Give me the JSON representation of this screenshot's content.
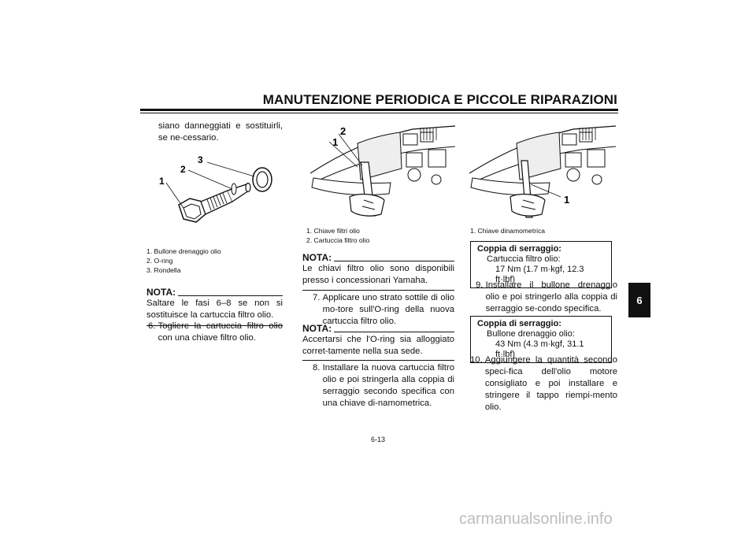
{
  "header": {
    "title": "MANUTENZIONE PERIODICA E PICCOLE RIPARAZIONI"
  },
  "chapter_tab": "6",
  "column1": {
    "intro": "siano danneggiati e sostituirli, se ne-cessario.",
    "figure_callouts": [
      "1",
      "2",
      "3"
    ],
    "captions": [
      "1. Bullone drenaggio olio",
      "2. O-ring",
      "3. Rondella"
    ],
    "nota_heading": "NOTA:",
    "nota_text": "Saltare le fasi 6–8 se non si sostituisce la cartuccia filtro olio.",
    "step6_num": "6. ",
    "step6_text": "Togliere la cartuccia filtro olio con una chiave filtro olio."
  },
  "column2": {
    "figure_callouts": [
      "1",
      "2"
    ],
    "captions": [
      "1. Chiave filtri olio",
      "2. Cartuccia filtro olio"
    ],
    "nota1_heading": "NOTA:",
    "nota1_text": "Le chiavi filtro olio sono disponibili presso i concessionari Yamaha.",
    "step7_num": "7. ",
    "step7_text": "Applicare uno strato sottile di olio mo-tore sull'O-ring della nuova cartuccia filtro olio.",
    "nota2_heading": "NOTA:",
    "nota2_text": "Accertarsi che l'O-ring sia alloggiato corret-tamente nella sua sede.",
    "step8_num": "8. ",
    "step8_text": "Installare la nuova cartuccia filtro olio e poi stringerla alla coppia di serraggio secondo specifica con una chiave di-namometrica."
  },
  "column3": {
    "figure_callouts": [
      "1"
    ],
    "captions": [
      "1. Chiave dinamometrica"
    ],
    "torque1_heading": "Coppia di serraggio:",
    "torque1_item": "Cartuccia filtro olio:",
    "torque1_value": "17 Nm (1.7 m·kgf, 12.3 ft·lbf)",
    "step9_num": "9. ",
    "step9_text": "Installare il bullone drenaggio olio e poi stringerlo alla coppia di serraggio se-condo specifica.",
    "torque2_heading": "Coppia di serraggio:",
    "torque2_item": "Bullone drenaggio olio:",
    "torque2_value": "43 Nm (4.3 m·kgf, 31.1 ft·lbf)",
    "step10_num": "10. ",
    "step10_text": "Aggiungere la quantità secondo speci-fica dell'olio motore consigliato e poi installare e stringere il tappo riempi-mento olio."
  },
  "footer": {
    "page_number": "6-13"
  },
  "watermark": "carmanualsonline.info"
}
